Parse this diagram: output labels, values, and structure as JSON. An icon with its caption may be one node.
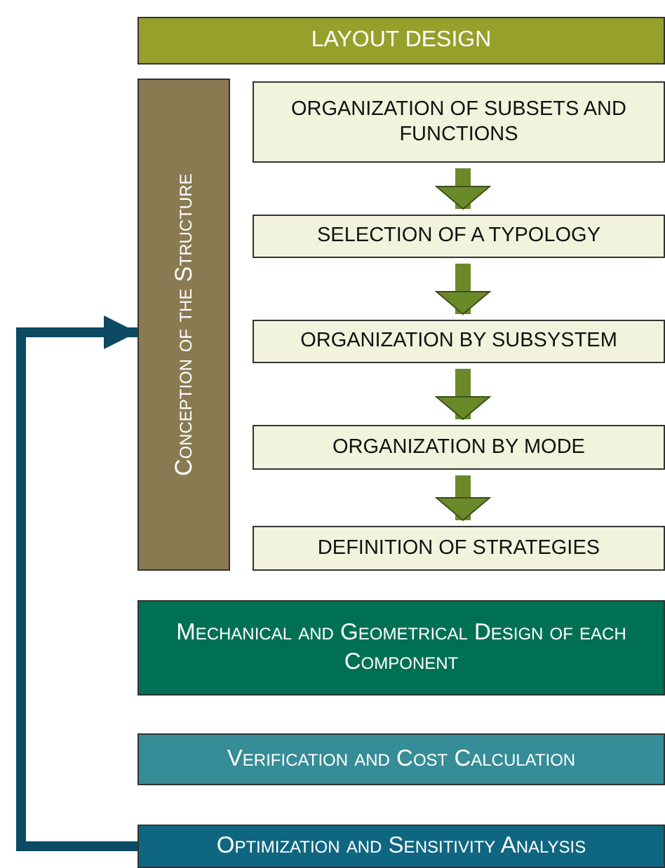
{
  "diagram": {
    "nodes": [
      {
        "text": [
          "LAYOUT DESIGN"
        ]
      },
      {
        "text": [
          "Conception of the Structure"
        ]
      },
      {
        "text": [
          "ORGANIZATION OF SUBSETS AND FUNCTIONS"
        ]
      },
      {
        "text": [
          "SELECTION OF A TYPOLOGY"
        ]
      },
      {
        "text": [
          "ORGANIZATION BY SUBSYSTEM"
        ]
      },
      {
        "text": [
          "ORGANIZATION BY MODE"
        ]
      },
      {
        "text": [
          "DEFINITION OF STRATEGIES"
        ]
      },
      {
        "text": [
          "Mechanical and Geometrical Design of each Component"
        ]
      },
      {
        "text": [
          "Verification and Cost Calculation"
        ]
      },
      {
        "text": [
          "Optimization and Sensitivity Analysis"
        ]
      }
    ],
    "edges": [
      {
        "from": 2,
        "to": 3,
        "arrow": "to"
      },
      {
        "from": 3,
        "to": 4,
        "arrow": "to"
      },
      {
        "from": 4,
        "to": 5,
        "arrow": "to"
      },
      {
        "from": 5,
        "to": 6,
        "arrow": "to"
      },
      {
        "from": 9,
        "to": 1,
        "arrow": "to",
        "color": "#0b4a62"
      }
    ]
  }
}
